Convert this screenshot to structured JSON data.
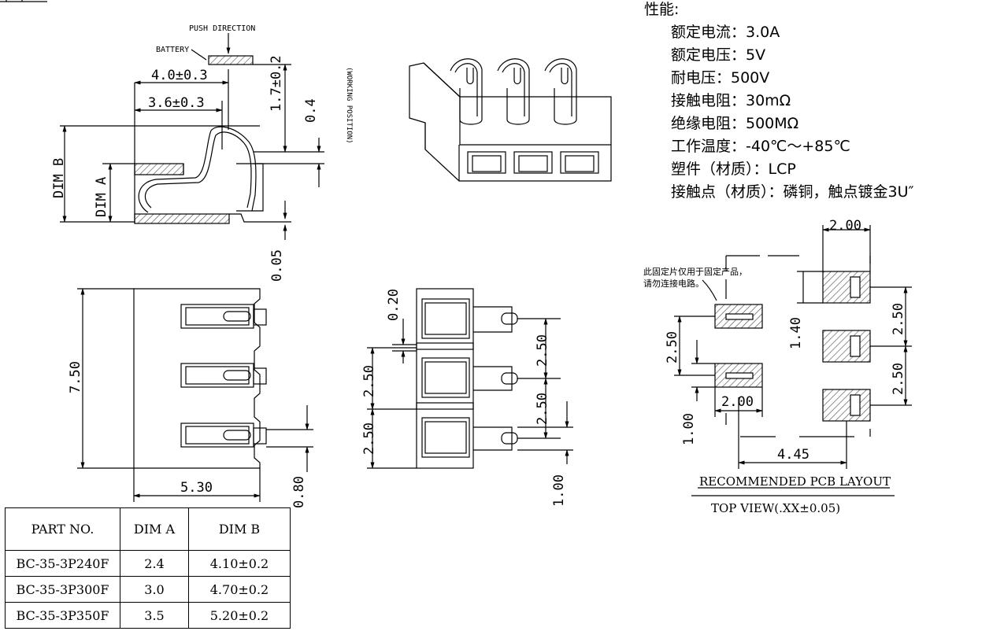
{
  "colors": {
    "ink": "#000000",
    "paper": "#ffffff",
    "hatch": "#555555"
  },
  "side_view": {
    "push_direction": "PUSH DIRECTION",
    "battery": "BATTERY",
    "working_position": "(WORKING POSITION)",
    "dim_4_0": "4.0±0.3",
    "dim_3_6": "3.6±0.3",
    "dim_1_7": "1.7±0.2",
    "dim_0_4": "0.4",
    "dim_0_05": "0.05",
    "dim_b": "DIM B",
    "dim_a": "DIM A"
  },
  "top_view": {
    "dim_7_50": "7.50",
    "dim_5_30": "5.30",
    "dim_0_80": "0.80"
  },
  "front_view": {
    "dim_0_20": "0.20",
    "dim_2_50_a": "2.50",
    "dim_2_50_b": "2.50",
    "dim_2_50_c": "2.50",
    "dim_2_50_d": "2.50",
    "dim_1_00": "1.00"
  },
  "specs": {
    "title": "性能:",
    "lines": [
      "额定电流：3.0A",
      "额定电压：5V",
      "耐电压：500V",
      "接触电阻：30mΩ",
      "绝缘电阻：500MΩ",
      "工作温度：-40℃～+85℃",
      "塑件（材质）：LCP",
      "接触点（材质）：磷铜，触点镀金3U″"
    ]
  },
  "pcb_layout": {
    "note_line1": "此固定片仅用于固定产品，",
    "note_line2": "请勿连接电路。",
    "dim_2_00_top": "2.00",
    "dim_2_50_right_top": "2.50",
    "dim_2_50_right_bottom": "2.50",
    "dim_1_40": "1.40",
    "dim_2_50_left": "2.50",
    "dim_2_00_mid": "2.00",
    "dim_1_00": "1.00",
    "dim_4_45": "4.45",
    "title": "RECOMMENDED PCB LAYOUT",
    "subtitle": "TOP VIEW(.XX±0.05)"
  },
  "parts_table": {
    "headers": [
      "PART NO.",
      "DIM A",
      "DIM B"
    ],
    "rows": [
      [
        "BC-35-3P240F",
        "2.4",
        "4.10±0.2"
      ],
      [
        "BC-35-3P300F",
        "3.0",
        "4.70±0.2"
      ],
      [
        "BC-35-3P350F",
        "3.5",
        "5.20±0.2"
      ]
    ]
  }
}
